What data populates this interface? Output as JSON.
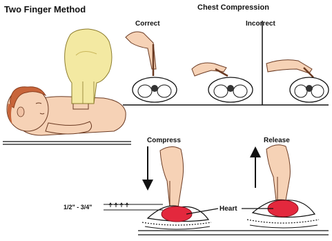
{
  "titles": {
    "main": "Two Finger Method",
    "chest_compression": "Chest Compression"
  },
  "labels": {
    "correct": "Correct",
    "incorrect": "Incorrect",
    "compress": "Compress",
    "release": "Release",
    "depth": "1/2\" - 3/4\"",
    "heart": "Heart"
  },
  "colors": {
    "glove": "#f3e9a2",
    "skin": "#f6d2b6",
    "hair": "#c8653a",
    "heart": "#e3283d",
    "line": "#111111"
  }
}
